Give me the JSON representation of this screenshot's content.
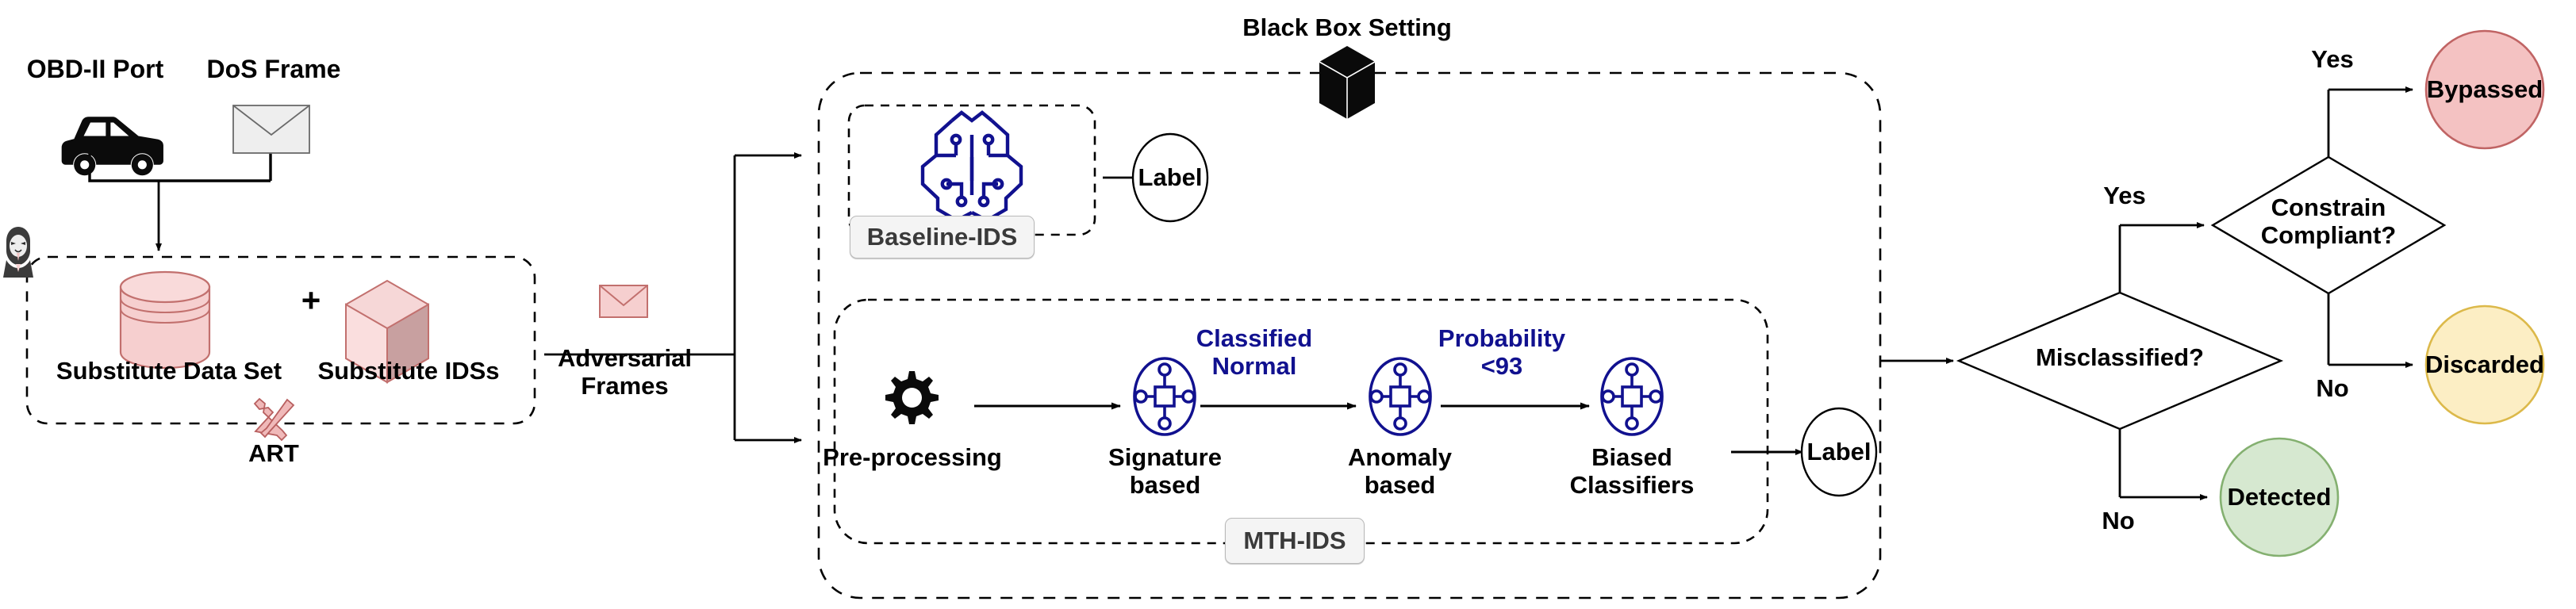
{
  "diagram": {
    "title_black_box": "Black Box Setting",
    "source": {
      "obd_label": "OBD-II Port",
      "dos_label": "DoS Frame",
      "car_icon": "car-icon",
      "envelope_icon": "envelope-icon",
      "hacker_icon": "hacker-mask-icon"
    },
    "art_box": {
      "dataset_label": "Substitute Data Set",
      "plus_label": "+",
      "idss_label": "Substitute IDSs",
      "framework_label": "ART",
      "database_icon": "database-cylinder-icon",
      "cube_icon": "cube-icon",
      "tools_icon": "wrench-screwdriver-icon"
    },
    "adversarial": {
      "label": "Adversarial\nFrames",
      "envelope_icon": "pink-envelope-icon"
    },
    "baseline": {
      "tag_label": "Baseline-IDS",
      "brain_icon": "ai-brain-circuit-icon",
      "output_label": "Label"
    },
    "mth": {
      "tag_label": "MTH-IDS",
      "steps": [
        {
          "label": "Pre-processing",
          "icon": "gear-icon"
        },
        {
          "label": "Signature\nbased",
          "icon": "classifier-node-icon"
        },
        {
          "label": "Anomaly\nbased",
          "icon": "classifier-node-icon"
        },
        {
          "label": "Biased\nClassifiers",
          "icon": "classifier-node-icon"
        }
      ],
      "edge_labels": [
        "Classified\nNormal",
        "Probability\n<93"
      ],
      "output_label": "Label"
    },
    "decisions": {
      "misclassified": "Misclassified?",
      "constrain": "Constrain\nCompliant?",
      "yes_to_constrain": "Yes",
      "no_to_detected": "No",
      "yes_to_bypassed": "Yes",
      "no_to_discarded": "No"
    },
    "outcomes": [
      {
        "label": "Bypassed",
        "fill": "#f4c2c2",
        "stroke": "#c06464"
      },
      {
        "label": "Discarded",
        "fill": "#fceec4",
        "stroke": "#dcb94a"
      },
      {
        "label": "Detected",
        "fill": "#d6e8d0",
        "stroke": "#84b070"
      }
    ],
    "colors": {
      "accent_blue": "#11118f",
      "pink_fill": "#f6cfcf",
      "pink_stroke": "#c2706e",
      "line": "#000000",
      "tag_fill": "#f4f4f4",
      "tag_border": "#b9b9b9"
    }
  }
}
